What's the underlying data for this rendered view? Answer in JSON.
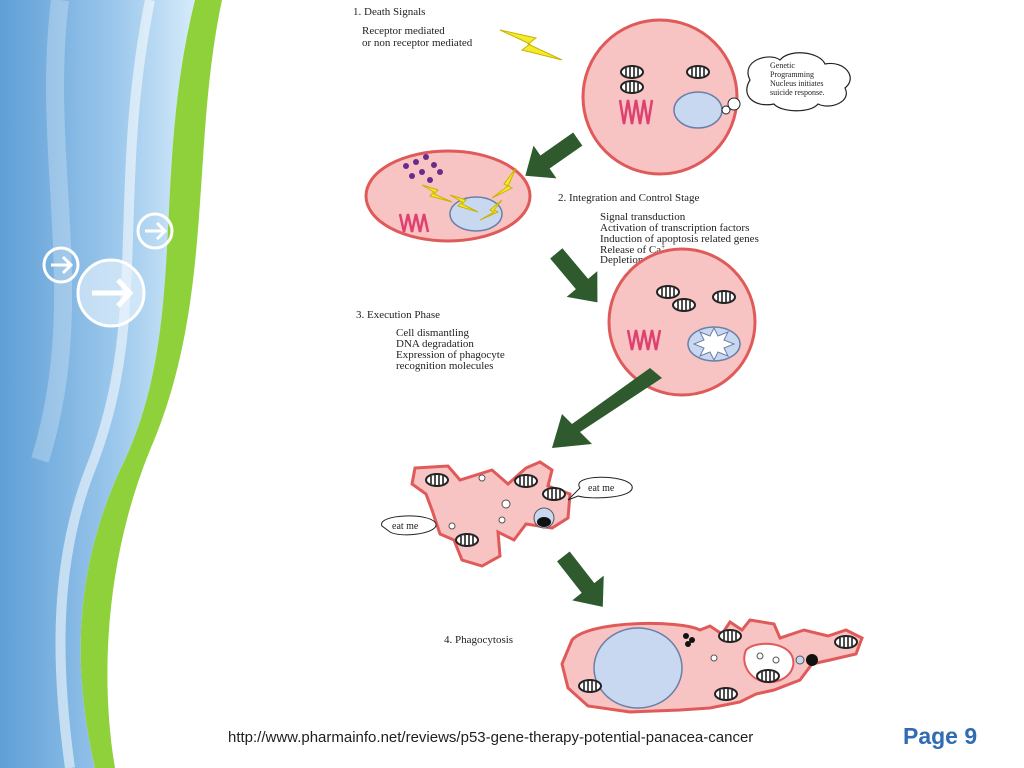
{
  "stages": {
    "death": {
      "title": "1. Death Signals",
      "lines": [
        "Receptor mediated",
        "or non receptor mediated"
      ]
    },
    "thought_bubble": [
      "Genetic",
      "Programming",
      "Nucleus initiates",
      "suicide response."
    ],
    "integration": {
      "title": "2. Integration and Control Stage",
      "lines": [
        "Signal transduction",
        "Activation of transcription factors",
        "Induction of apoptosis related genes",
        "Release of Ca",
        "Depletion of ATP"
      ],
      "ca_superscript": "+"
    },
    "execution": {
      "title": "3. Execution Phase",
      "lines": [
        "Cell dismantling",
        "DNA degradation",
        "Expression of phagocyte",
        "recognition molecules"
      ]
    },
    "eat_me_labels": [
      "eat me",
      "eat me"
    ],
    "phagocytosis": {
      "title": "4. Phagocytosis"
    }
  },
  "footer": {
    "source_url": "http://www.pharmainfo.net/reviews/p53-gene-therapy-potential-panacea-cancer",
    "page_label": "Page 9"
  },
  "colors": {
    "cell_fill": "#f7c3c3",
    "cell_border": "#e05a5a",
    "nucleus": "#c8d8f0",
    "arrow": "#2e5a2e",
    "lightning": "#f4ec2a",
    "accent_blue": "#2f6db3",
    "sidebar_green": "#8fd13a"
  }
}
